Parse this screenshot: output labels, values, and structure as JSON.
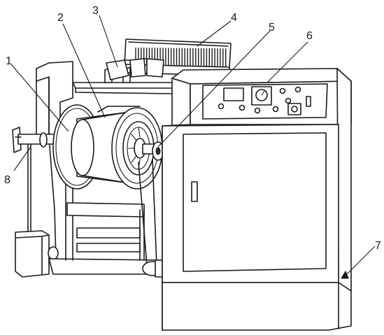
{
  "figure": {
    "labels": [
      {
        "id": "1",
        "text": "1"
      },
      {
        "id": "2",
        "text": "2"
      },
      {
        "id": "3",
        "text": "3"
      },
      {
        "id": "4",
        "text": "4"
      },
      {
        "id": "5",
        "text": "5"
      },
      {
        "id": "6",
        "text": "6"
      },
      {
        "id": "7",
        "text": "7"
      },
      {
        "id": "8",
        "text": "8"
      }
    ]
  },
  "colors": {
    "line": "#1a1a1a",
    "background": "#ffffff"
  }
}
